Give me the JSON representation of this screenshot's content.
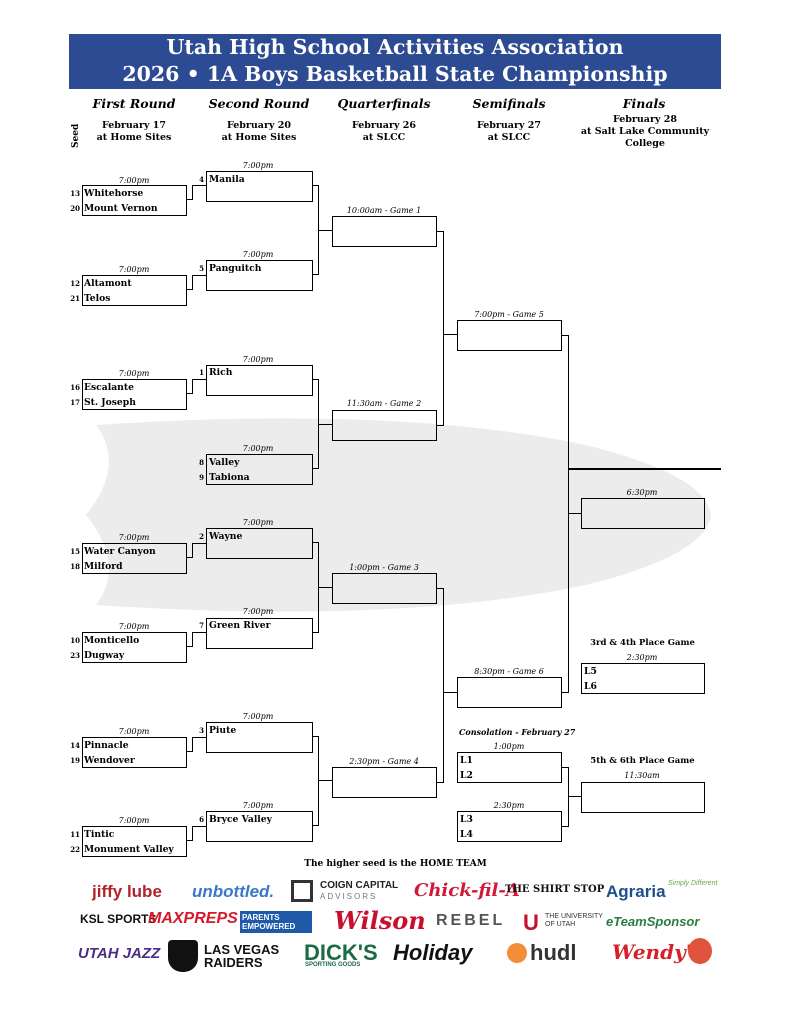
{
  "header": {
    "line1": "Utah High School Activities Association",
    "line2": "2026 • 1A Boys Basketball State Championship"
  },
  "seed_header": "Seed",
  "rounds": [
    {
      "name": "First Round",
      "date": "February 17",
      "site": "at Home Sites"
    },
    {
      "name": "Second Round",
      "date": "February 20",
      "site": "at Home Sites"
    },
    {
      "name": "Quarterfinals",
      "date": "February 26",
      "site": "at SLCC"
    },
    {
      "name": "Semifinals",
      "date": "February 27",
      "site": "at SLCC"
    },
    {
      "name": "Finals",
      "date": "February 28",
      "site": "at Salt Lake Community College"
    }
  ],
  "first_round": [
    {
      "time": "7:00pm",
      "top_seed": "13",
      "top": "Whitehorse",
      "bot_seed": "20",
      "bot": "Mount Vernon"
    },
    {
      "time": "7:00pm",
      "top_seed": "12",
      "top": "Altamont",
      "bot_seed": "21",
      "bot": "Telos"
    },
    {
      "time": "7:00pm",
      "top_seed": "16",
      "top": "Escalante",
      "bot_seed": "17",
      "bot": "St. Joseph"
    },
    {
      "time": "7:00pm",
      "top_seed": "15",
      "top": "Water Canyon",
      "bot_seed": "18",
      "bot": "Milford"
    },
    {
      "time": "7:00pm",
      "top_seed": "10",
      "top": "Monticello",
      "bot_seed": "23",
      "bot": "Dugway"
    },
    {
      "time": "7:00pm",
      "top_seed": "14",
      "top": "Pinnacle",
      "bot_seed": "19",
      "bot": "Wendover"
    },
    {
      "time": "7:00pm",
      "top_seed": "11",
      "top": "Tintic",
      "bot_seed": "22",
      "bot": "Monument Valley"
    }
  ],
  "second_round": [
    {
      "time": "7:00pm",
      "top_seed": "4",
      "top": "Manila",
      "bot_seed": "",
      "bot": ""
    },
    {
      "time": "7:00pm",
      "top_seed": "5",
      "top": "Panguitch",
      "bot_seed": "",
      "bot": ""
    },
    {
      "time": "7:00pm",
      "top_seed": "1",
      "top": "Rich",
      "bot_seed": "",
      "bot": ""
    },
    {
      "time": "7:00pm",
      "top_seed": "8",
      "top": "Valley",
      "bot_seed": "9",
      "bot": "Tabiona"
    },
    {
      "time": "7:00pm",
      "top_seed": "2",
      "top": "Wayne",
      "bot_seed": "",
      "bot": ""
    },
    {
      "time": "7:00pm",
      "top_seed": "7",
      "top": "Green River",
      "bot_seed": "",
      "bot": ""
    },
    {
      "time": "7:00pm",
      "top_seed": "3",
      "top": "Piute",
      "bot_seed": "",
      "bot": ""
    },
    {
      "time": "7:00pm",
      "top_seed": "6",
      "top": "Bryce Valley",
      "bot_seed": "",
      "bot": ""
    }
  ],
  "quarterfinals": [
    "10:00am - Game 1",
    "11:30am - Game 2",
    "1:00pm - Game 3",
    "2:30pm - Game 4"
  ],
  "semifinals": [
    "7:00pm - Game 5",
    "8:30pm - Game 6"
  ],
  "championship_time": "6:30pm",
  "third_place": {
    "title": "3rd & 4th Place Game",
    "time": "2:30pm",
    "top": "L5",
    "bot": "L6"
  },
  "consolation": {
    "title": "Consolation - February 27",
    "games": [
      {
        "time": "1:00pm",
        "top": "L1",
        "bot": "L2"
      },
      {
        "time": "2:30pm",
        "top": "L3",
        "bot": "L4"
      }
    ]
  },
  "fifth_place": {
    "title": "5th & 6th Place Game",
    "time": "11:30am"
  },
  "footer_note": "The higher seed is the HOME TEAM",
  "sponsors": {
    "row1": [
      "jiffy lube",
      "unbottled.",
      "COIGN CAPITAL",
      "ADVISORS",
      "Chick-fil-A",
      "THE SHIRT STOP",
      "Agraria",
      "Simply Different"
    ],
    "row2": [
      "KSL SPORTS",
      "MAXPREPS",
      "PARENTS EMPOWERED .org",
      "Wilson",
      "REBEL",
      "THE UNIVERSITY OF UTAH",
      "eTeamSponsor"
    ],
    "row3": [
      "UTAH JAZZ",
      "LAS VEGAS RAIDERS",
      "DICK'S",
      "SPORTING GOODS",
      "Holiday",
      "hudl",
      "Wendy's"
    ]
  },
  "colors": {
    "banner": "#2d4b93",
    "watermark": "#ececec"
  }
}
